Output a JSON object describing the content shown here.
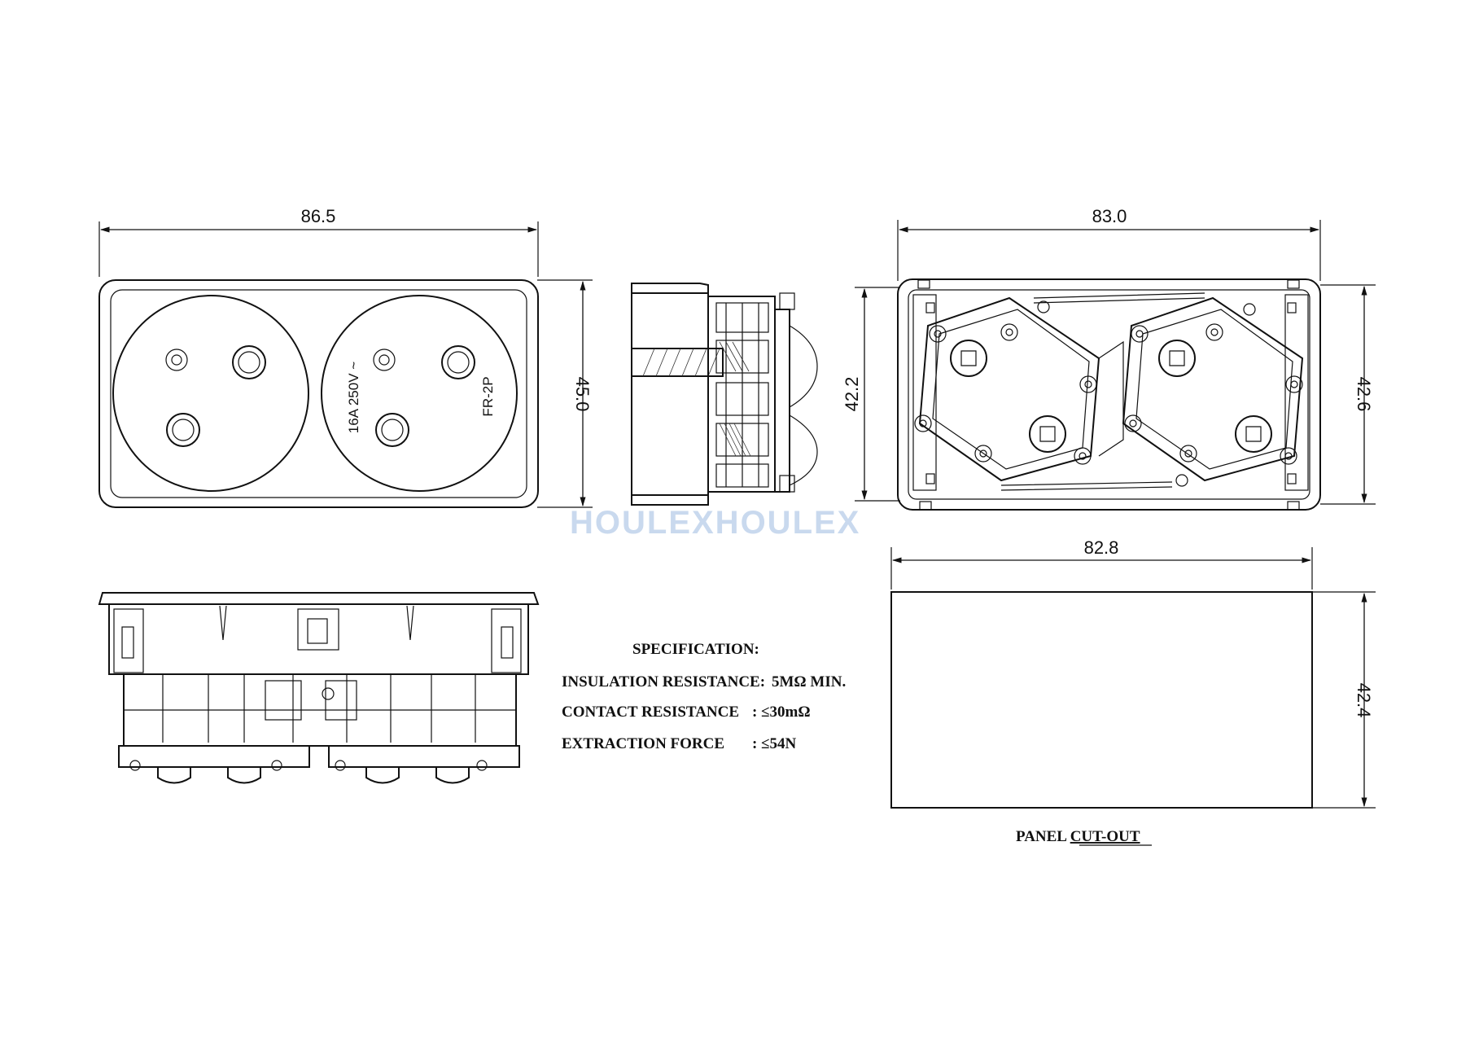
{
  "watermark": "HOULEXHOULEX",
  "front_view": {
    "width_dim": "86.5",
    "height_dim": "45.0",
    "rating_mark": "16A 250V ~",
    "model_mark": "FR-2P"
  },
  "rear_view": {
    "width_dim": "83.0",
    "height_left_dim": "42.2",
    "height_right_dim": "42.6"
  },
  "panel_cutout": {
    "width_dim": "82.8",
    "height_dim": "42.4",
    "label_prefix": "PANEL ",
    "label_underlined": "CUT-OUT"
  },
  "specification": {
    "title": "SPECIFICATION:",
    "rows": [
      {
        "label": "INSULATION RESISTANCE:",
        "value": "5MΩ  MIN."
      },
      {
        "label": "CONTACT RESISTANCE",
        "value": ":  ≤30mΩ"
      },
      {
        "label": "EXTRACTION FORCE",
        "value": ":  ≤54N"
      }
    ]
  }
}
